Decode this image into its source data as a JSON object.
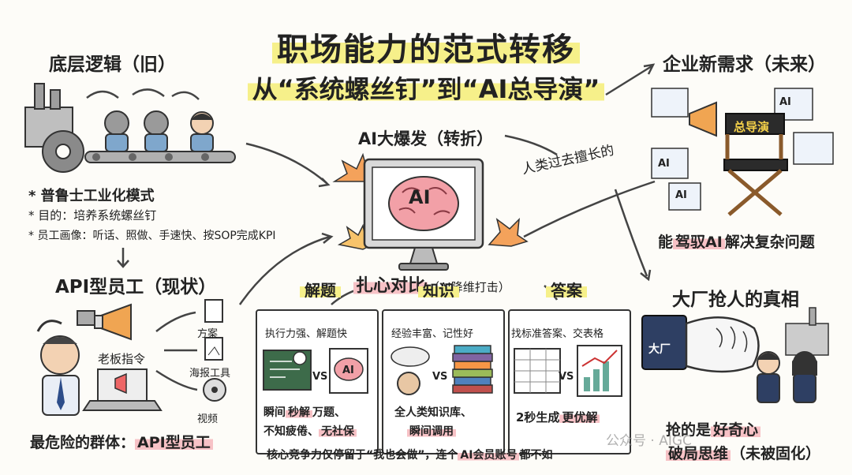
{
  "title": {
    "line1": "职场能力的范式转移",
    "line2": "从“系统螺丝钉”到“AI总导演”"
  },
  "left_top": {
    "heading": "底层逻辑（旧）",
    "bullets": [
      "* 普鲁士工业化模式",
      "* 目的：培养系统螺丝钉",
      "* 员工画像：听话、照做、手速快、按SOP完成KPI"
    ]
  },
  "left_bottom": {
    "heading": "API型员工（现状）",
    "boss_label": "老板指令",
    "outputs": [
      "方案",
      "海报工具",
      "视频"
    ],
    "footer_prefix": "最危险的群体：",
    "footer_highlight": "API型员工"
  },
  "center": {
    "heading": "AI大爆发（转折）",
    "brain_label": "AI",
    "arrow_label": "人类过去擅长的"
  },
  "contrast": {
    "heading": "扎心对比",
    "heading_sub": "（AI降维打击）",
    "columns": [
      {
        "title": "解题",
        "subtitle": "执行力强、解题快",
        "vs": "VS",
        "ai_label": "AI",
        "bottom_parts": [
          "瞬间",
          "秒解",
          "万题、"
        ],
        "bottom_line2_parts": [
          "不知疲倦、",
          "无社保"
        ]
      },
      {
        "title": "知识",
        "subtitle": "经验丰富、记性好",
        "vs": "VS",
        "bottom_line1": "全人类知识库、",
        "bottom_line2": "瞬间调用"
      },
      {
        "title": "答案",
        "subtitle": "找标准答案、交表格",
        "vs": "VS",
        "bottom_prefix": "2秒生成",
        "bottom_highlight": "更优解"
      }
    ],
    "footer_prefix": "核心竞争力仅停留于“我也会做”，连个",
    "footer_highlight": "AI会员账号",
    "footer_suffix": "都不如"
  },
  "right_top": {
    "heading": "企业新需求（未来）",
    "chair_label": "总导演",
    "screen_labels": [
      "AI",
      "AI",
      "AI"
    ],
    "caption_prefix": "能",
    "caption_highlight": "驾驭AI",
    "caption_suffix": "解决复杂问题"
  },
  "right_bottom": {
    "heading": "大厂抢人的真相",
    "sleeve_label": "大厂",
    "caption_line1_prefix": "抢的是",
    "caption_line1_highlight": "好奇心",
    "caption_line2_highlight": "破局思维",
    "caption_line2_suffix": "（未被固化）",
    "watermark": "公众号 · AIGC"
  },
  "colors": {
    "highlight_yellow": "#f6f08a",
    "highlight_pink": "#f7c2c6",
    "ink": "#222222",
    "brain_pink": "#f2a0a7",
    "explosion_orange": "#f4a25b"
  }
}
